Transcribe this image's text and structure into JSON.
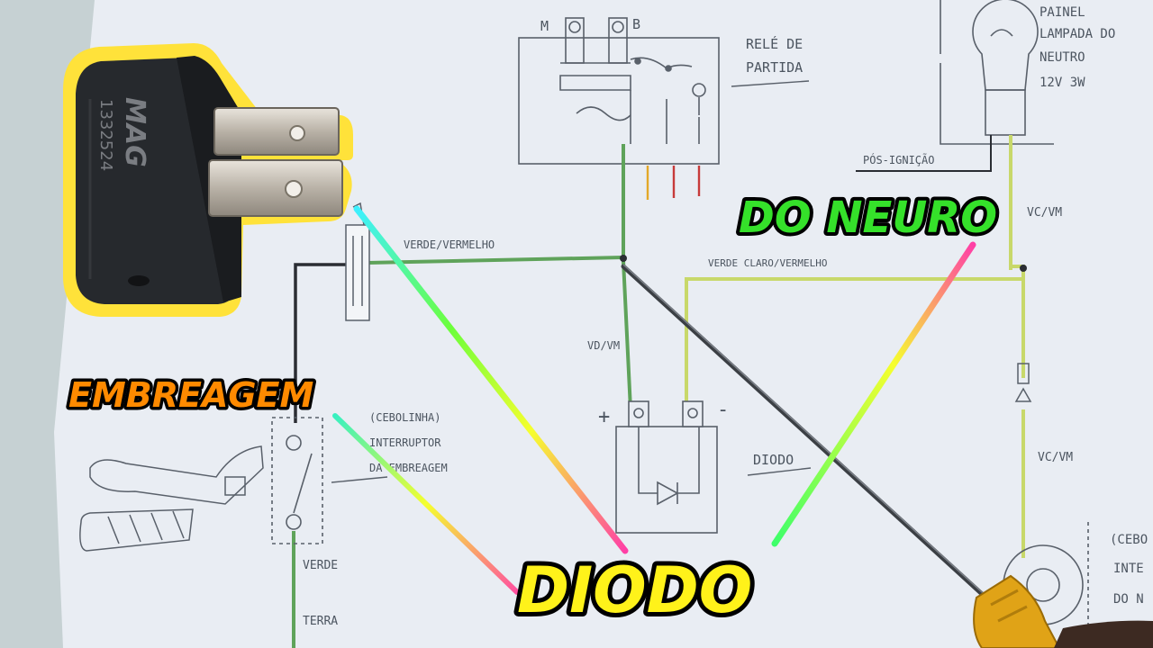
{
  "overlay_labels": {
    "do_neuro": "DO NEURO",
    "embreagem": "EMBREAGEM",
    "diodo": "DIODO"
  },
  "relay_component": {
    "brand": "MAG",
    "part_number": "1332524"
  },
  "schematic": {
    "terminal_m": "M",
    "terminal_b": "B",
    "rele_de": "RELÉ DE",
    "partida": "PARTIDA",
    "painel": "PAINEL",
    "lampada_do": "LAMPADA DO",
    "neutro": "NEUTRO",
    "lamp_rating": "12V 3W",
    "pos_ignicao": "PÓS-IGNIÇÃO",
    "vc_vm_top": "VC/VM",
    "vc_vm_bottom": "VC/VM",
    "verde_vermelho": "VERDE/VERMELHO",
    "verde_claro_vermelho": "VERDE CLARO/VERMELHO",
    "vd_vm": "VD/VM",
    "plus": "+",
    "minus": "-",
    "diodo_label": "DIODO",
    "cebolinha": "(CEBOLINHA)",
    "interruptor": "INTERRUPTOR",
    "da_embreagem": "DA EMBREAGEM",
    "verde": "VERDE",
    "terra": "TERRA",
    "right_cebo": "(CEBO",
    "right_inte": "INTE",
    "right_do": "DO N"
  },
  "colors": {
    "paper": "#e9edf3",
    "pencil": "#59606a",
    "wire_green": "#5fa35a",
    "wire_light_green": "#c8d86a",
    "wire_black": "#2a2d33",
    "relay_body": "#26292d",
    "relay_outline": "#ffe23a",
    "title_green": "#35e12a",
    "title_orange": "#ff8a00",
    "title_yellow": "#fff21a",
    "screwdriver_handle": "#e0a317"
  }
}
